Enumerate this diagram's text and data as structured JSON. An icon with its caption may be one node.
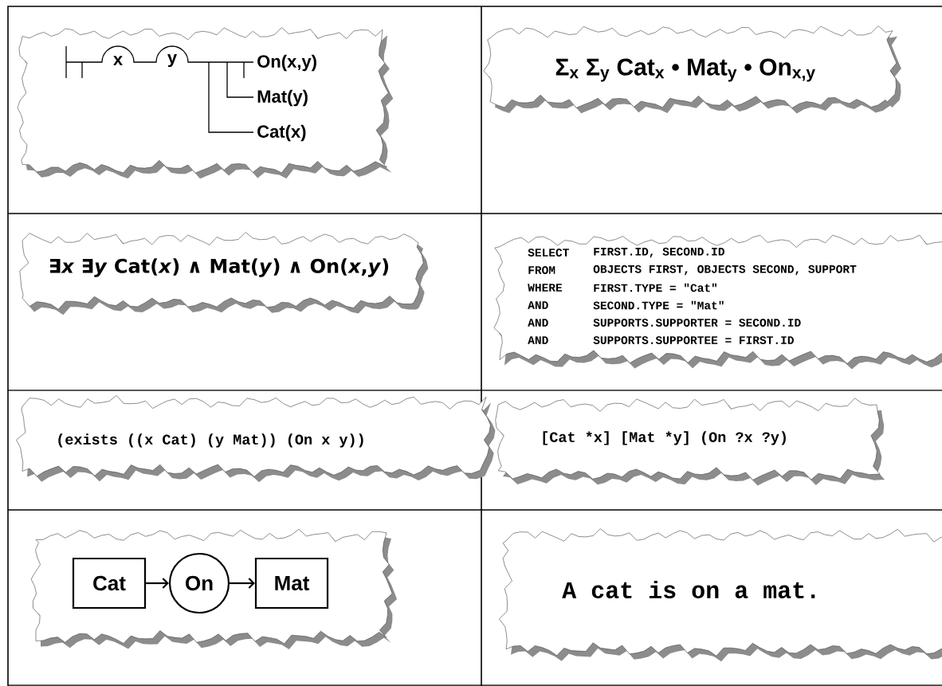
{
  "diagram": {
    "nodes": [
      {
        "text": [
          "Cat"
        ]
      },
      {
        "text": [
          "On"
        ]
      },
      {
        "text": [
          "Mat"
        ]
      }
    ],
    "edges": [
      {
        "from": 0,
        "to": 1,
        "arrow": "to"
      },
      {
        "from": 1,
        "to": 2,
        "arrow": "to"
      }
    ],
    "labels": [
      "x",
      "y",
      "On(x,y)",
      "Mat(y)",
      "Cat(x)",
      "Σ$_{x}$ Σ$_{y}$ Cat$_{x}$ • Mat$_{y}$ • On$_{x,y}$",
      "∃*x* ∃*y* Cat(*x*) ∧ Mat(*y*) ∧ On(*x*,*y*)",
      "SELECT",
      "FIRST.ID, SECOND.ID",
      "FROM",
      "OBJECTS FIRST, OBJECTS SECOND, SUPPORT",
      "WHERE",
      "FIRST.TYPE = \"Cat\"",
      "AND",
      "SECOND.TYPE = \"Mat\"",
      "AND",
      "SUPPORTS.SUPPORTER = SECOND.ID",
      "AND",
      "SUPPORTS.SUPPORTEE = FIRST.ID",
      "(exists ((x Cat) (y Mat)) (On x y))",
      "[Cat *x] [Mat *y] (On ?x ?y)",
      "A cat is on a mat."
    ]
  }
}
